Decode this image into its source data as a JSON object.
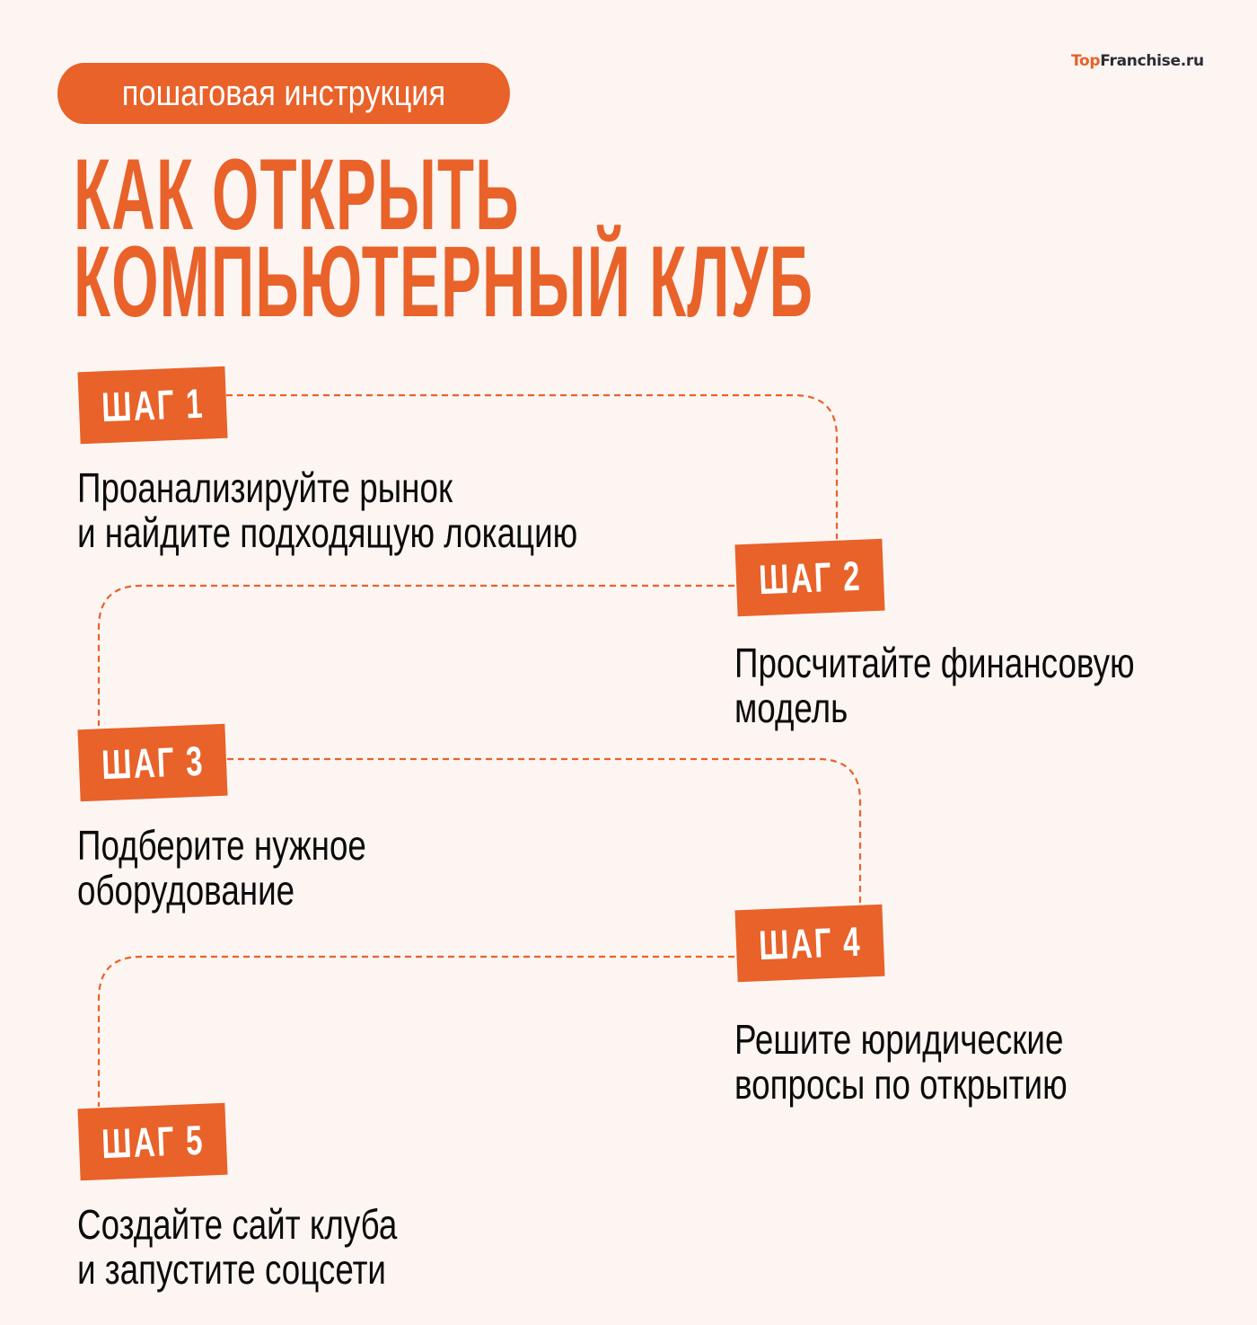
{
  "brand": {
    "logo_part1": "Top",
    "logo_part2": "Franchise.ru",
    "accent_color": "#e8622a",
    "dark_color": "#2a2d35",
    "background_color": "#fdf5f2"
  },
  "header": {
    "tag_label": "пошаговая инструкция",
    "title_line1": "Как открыть",
    "title_line2": "компьютерный клуб"
  },
  "steps": [
    {
      "badge": "ШАГ 1",
      "line1": "Проанализируйте рынок",
      "line2": "и найдите подходящую локацию"
    },
    {
      "badge": "ШАГ 2",
      "line1": "Просчитайте финансовую",
      "line2": "модель"
    },
    {
      "badge": "ШАГ 3",
      "line1": "Подберите нужное",
      "line2": "оборудование"
    },
    {
      "badge": "ШАГ 4",
      "line1": "Решите юридические",
      "line2": "вопросы по открытию"
    },
    {
      "badge": "ШАГ 5",
      "line1": "Создайте сайт клуба",
      "line2": "и запустите соцсети"
    }
  ]
}
